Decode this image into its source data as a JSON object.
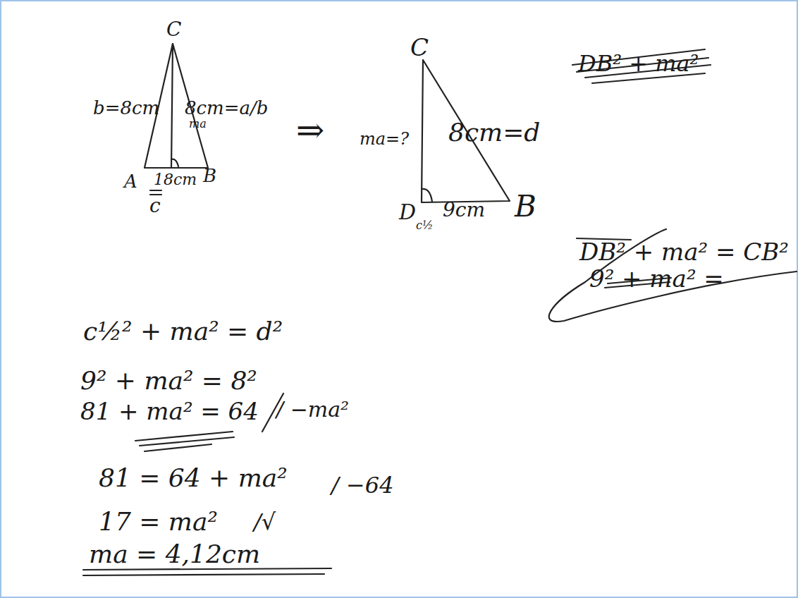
{
  "diagram": {
    "labels": [
      "C",
      "b=8cm",
      "8cm=a/b",
      "ma",
      "A",
      "18cm",
      "B",
      "c",
      "⇒",
      "C",
      "ma=?",
      "8cm=d",
      "D",
      "c½",
      "9cm",
      "B",
      "DB² + ma²",
      "DB² + ma² = CB²",
      "9² + ma² =",
      "c½² + ma² = d²",
      "9² + ma² = 8²",
      "81 + ma² = 64",
      "/ −ma²",
      "81 = 64 + ma²",
      "/ −64",
      "17 = ma²",
      "/√",
      "ma = 4,12cm"
    ]
  }
}
